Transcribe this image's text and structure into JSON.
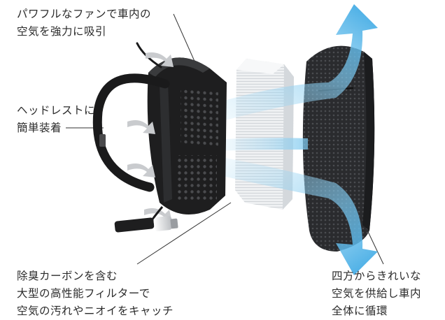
{
  "callouts": {
    "fan": {
      "lines": [
        "パワフルなファンで車内の",
        "空気を強力に吸引"
      ]
    },
    "headrest": {
      "lines": [
        "ヘッドレストに",
        "簡単装着"
      ]
    },
    "filter": {
      "lines": [
        "除臭カーボンを含む",
        "大型の高性能フィルターで",
        "空気の汚れやニオイをキャッチ"
      ]
    },
    "circulate": {
      "lines": [
        "四方からきれいな",
        "空気を供給し車内",
        "全体に循環"
      ]
    }
  },
  "colors": {
    "airflow": "#4fb3e8",
    "airflow_light": "#bfe4f7",
    "body_dark": "#1e1e1f",
    "filter_white": "#eef0f2",
    "cover_mesh": "#2a2b2e",
    "text": "#2b2b2b"
  },
  "icons": [
    "airflow-arrow",
    "intake-arrow",
    "usb-power-plug"
  ]
}
